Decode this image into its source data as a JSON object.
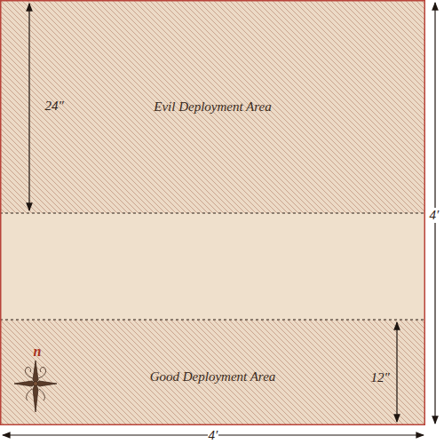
{
  "diagram": {
    "nodes": [
      {
        "text": [
          "Evil Deployment Area"
        ]
      },
      {
        "text": [
          "Good Deployment Area"
        ]
      }
    ],
    "labels": [
      "24″",
      "12″",
      "4′",
      "4′",
      "n"
    ]
  }
}
